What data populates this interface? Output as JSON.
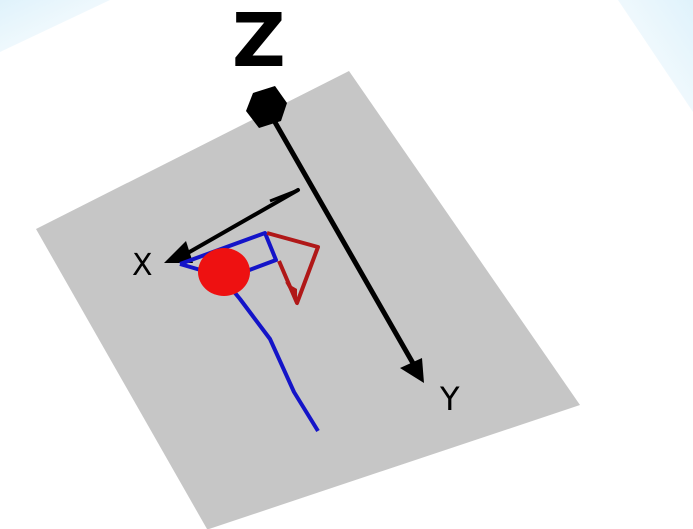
{
  "axes": {
    "z_label": "Z",
    "x_label": "X",
    "y_label": "Y"
  },
  "colors": {
    "background_fade": "#dff2fb",
    "plane": "#c6c6c6",
    "axis": "#000000",
    "blue_path": "#1414c8",
    "red_outline": "#b01818",
    "red_ball": "#ee1111"
  }
}
